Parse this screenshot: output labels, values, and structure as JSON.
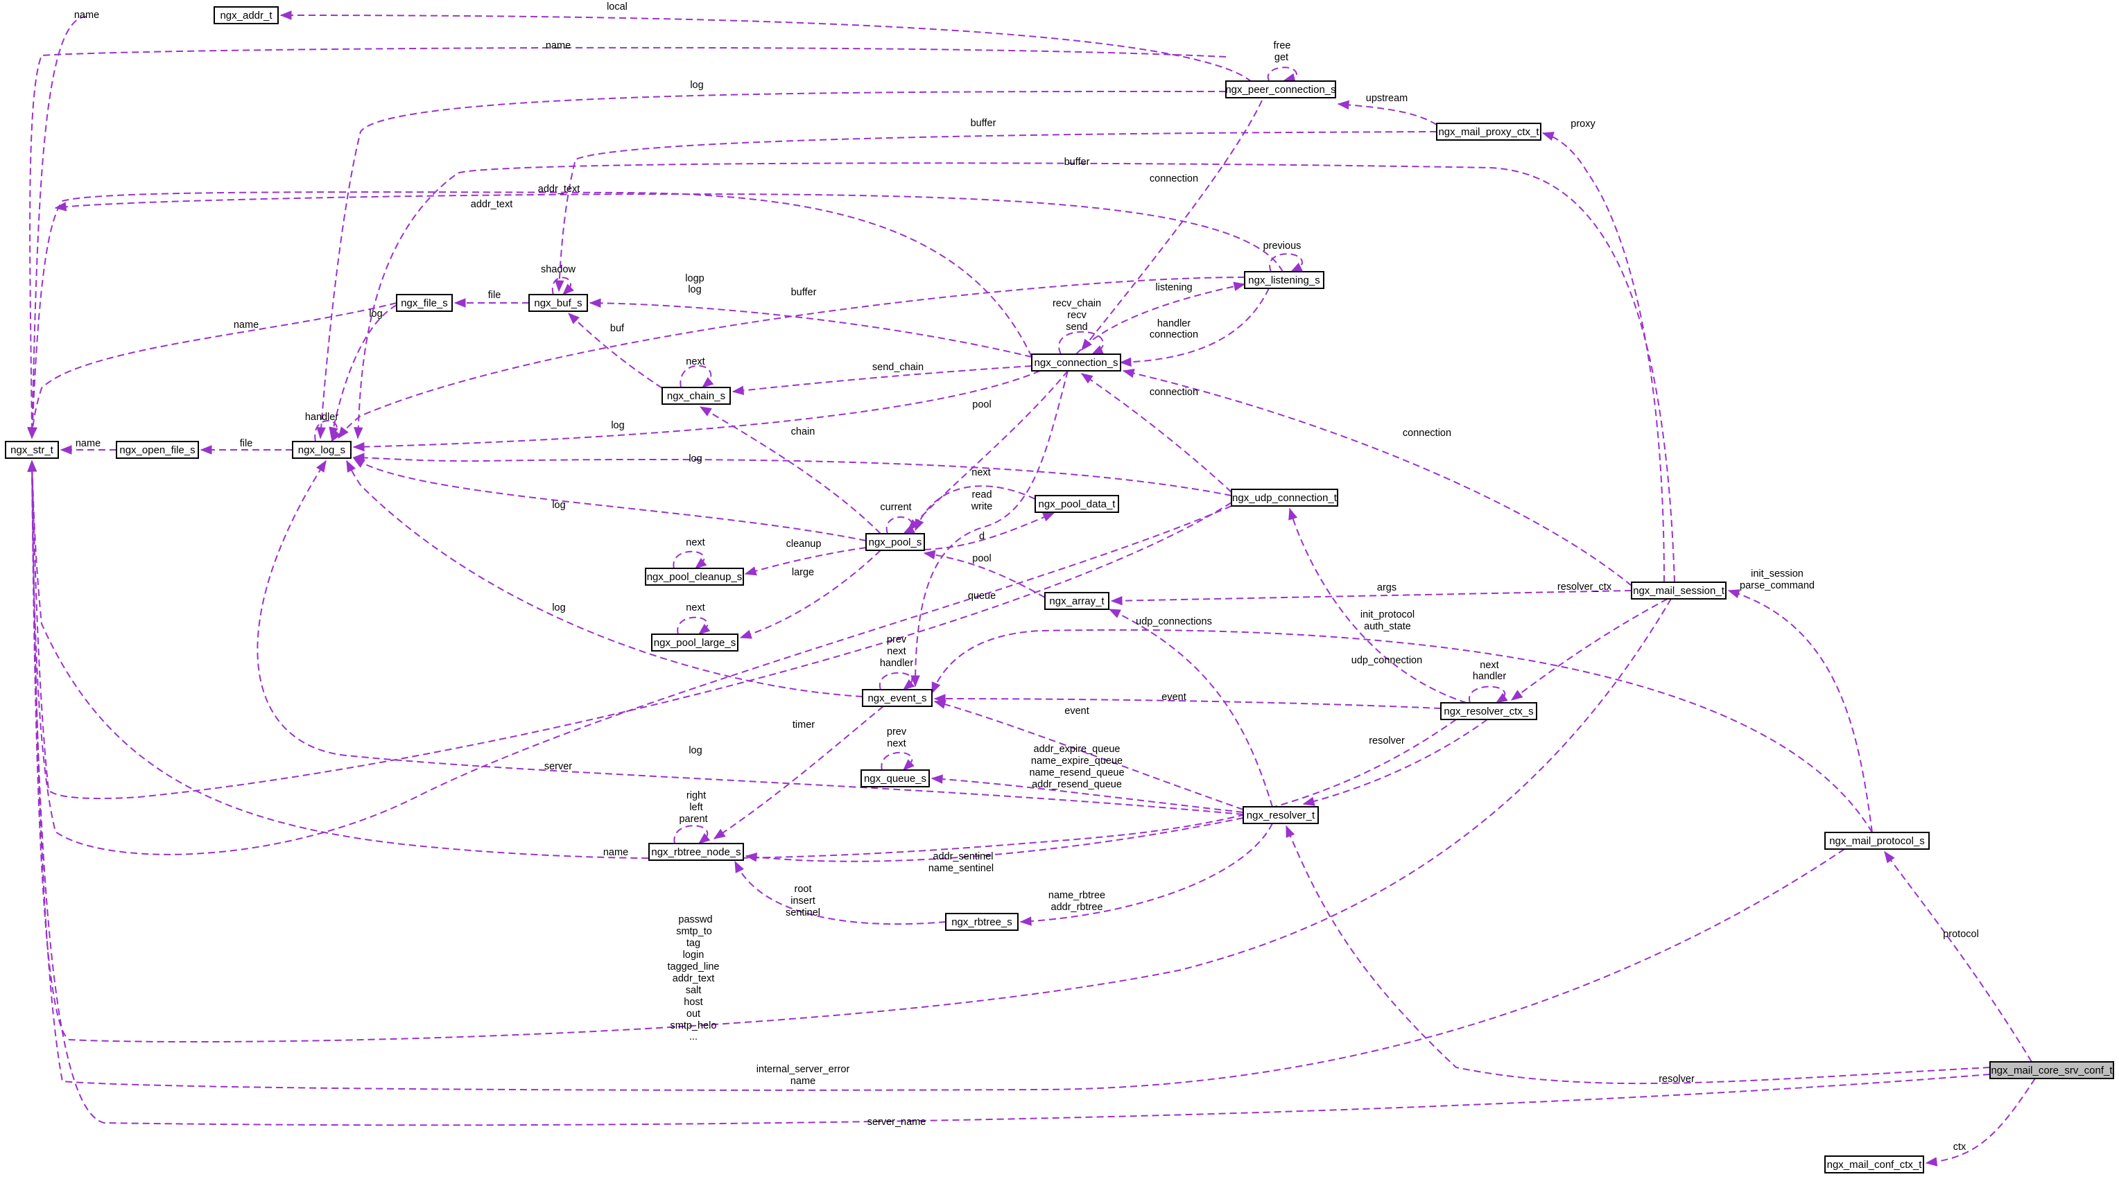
{
  "diagram": {
    "type": "collaboration-graph",
    "colors": {
      "edge": "#9a32cd",
      "node_border": "#000000",
      "focus_fill": "#bfbfbf",
      "background": "#ffffff"
    },
    "nodes": [
      {
        "id": "ngx_str_t",
        "label": "ngx_str_t"
      },
      {
        "id": "ngx_addr_t",
        "label": "ngx_addr_t"
      },
      {
        "id": "ngx_peer_connection_s",
        "label": "ngx_peer_connection_s"
      },
      {
        "id": "ngx_mail_proxy_ctx_t",
        "label": "ngx_mail_proxy_ctx_t"
      },
      {
        "id": "ngx_listening_s",
        "label": "ngx_listening_s"
      },
      {
        "id": "ngx_buf_s",
        "label": "ngx_buf_s"
      },
      {
        "id": "ngx_file_s",
        "label": "ngx_file_s"
      },
      {
        "id": "ngx_connection_s",
        "label": "ngx_connection_s"
      },
      {
        "id": "ngx_chain_s",
        "label": "ngx_chain_s"
      },
      {
        "id": "ngx_open_file_s",
        "label": "ngx_open_file_s"
      },
      {
        "id": "ngx_log_s",
        "label": "ngx_log_s"
      },
      {
        "id": "ngx_pool_data_t",
        "label": "ngx_pool_data_t"
      },
      {
        "id": "ngx_udp_connection_t",
        "label": "ngx_udp_connection_t"
      },
      {
        "id": "ngx_pool_s",
        "label": "ngx_pool_s"
      },
      {
        "id": "ngx_pool_cleanup_s",
        "label": "ngx_pool_cleanup_s"
      },
      {
        "id": "ngx_array_t",
        "label": "ngx_array_t"
      },
      {
        "id": "ngx_mail_session_t",
        "label": "ngx_mail_session_t"
      },
      {
        "id": "ngx_pool_large_s",
        "label": "ngx_pool_large_s"
      },
      {
        "id": "ngx_event_s",
        "label": "ngx_event_s"
      },
      {
        "id": "ngx_resolver_ctx_s",
        "label": "ngx_resolver_ctx_s"
      },
      {
        "id": "ngx_queue_s",
        "label": "ngx_queue_s"
      },
      {
        "id": "ngx_resolver_t",
        "label": "ngx_resolver_t"
      },
      {
        "id": "ngx_mail_protocol_s",
        "label": "ngx_mail_protocol_s"
      },
      {
        "id": "ngx_rbtree_node_s",
        "label": "ngx_rbtree_node_s"
      },
      {
        "id": "ngx_rbtree_s",
        "label": "ngx_rbtree_s"
      },
      {
        "id": "ngx_mail_core_srv_conf_t",
        "label": "ngx_mail_core_srv_conf_t"
      },
      {
        "id": "ngx_mail_conf_ctx_t",
        "label": "ngx_mail_conf_ctx_t"
      }
    ],
    "edge_labels": [
      {
        "id": "lbl-name-addr",
        "text": "name"
      },
      {
        "id": "lbl-local",
        "text": "local"
      },
      {
        "id": "lbl-free",
        "text": "free"
      },
      {
        "id": "lbl-get",
        "text": "get"
      },
      {
        "id": "lbl-name-peer",
        "text": "name"
      },
      {
        "id": "lbl-log-peer",
        "text": "log"
      },
      {
        "id": "lbl-upstream",
        "text": "upstream"
      },
      {
        "id": "lbl-buffer-proxy",
        "text": "buffer"
      },
      {
        "id": "lbl-proxy",
        "text": "proxy"
      },
      {
        "id": "lbl-buffer-sess",
        "text": "buffer"
      },
      {
        "id": "lbl-connection-peer",
        "text": "connection"
      },
      {
        "id": "lbl-addr-text-1",
        "text": "addr_text"
      },
      {
        "id": "lbl-addr-text-2",
        "text": "addr_text"
      },
      {
        "id": "lbl-previous",
        "text": "previous"
      },
      {
        "id": "lbl-shadow",
        "text": "shadow"
      },
      {
        "id": "lbl-file-buf",
        "text": "file"
      },
      {
        "id": "lbl-name-file",
        "text": "name"
      },
      {
        "id": "lbl-log-file",
        "text": "log"
      },
      {
        "id": "lbl-logp",
        "text": "logp"
      },
      {
        "id": "lbl-log-listen",
        "text": "log"
      },
      {
        "id": "lbl-buffer-conn",
        "text": "buffer"
      },
      {
        "id": "lbl-listening",
        "text": "listening"
      },
      {
        "id": "lbl-recv-chain",
        "text": "recv_chain"
      },
      {
        "id": "lbl-recv",
        "text": "recv"
      },
      {
        "id": "lbl-send",
        "text": "send"
      },
      {
        "id": "lbl-handler-conn",
        "text": "handler"
      },
      {
        "id": "lbl-connection-listen",
        "text": "connection"
      },
      {
        "id": "lbl-buf-chain",
        "text": "buf"
      },
      {
        "id": "lbl-next-chain",
        "text": "next"
      },
      {
        "id": "lbl-send-chain",
        "text": "send_chain"
      },
      {
        "id": "lbl-handler-log",
        "text": "handler"
      },
      {
        "id": "lbl-name-open",
        "text": "name"
      },
      {
        "id": "lbl-file-open",
        "text": "file"
      },
      {
        "id": "lbl-pool-conn",
        "text": "pool"
      },
      {
        "id": "lbl-log-conn",
        "text": "log"
      },
      {
        "id": "lbl-chain",
        "text": "chain"
      },
      {
        "id": "lbl-connection-udp",
        "text": "connection"
      },
      {
        "id": "lbl-connection-sess",
        "text": "connection"
      },
      {
        "id": "lbl-log-udp",
        "text": "log"
      },
      {
        "id": "lbl-next-pool",
        "text": "next"
      },
      {
        "id": "lbl-current",
        "text": "current"
      },
      {
        "id": "lbl-read",
        "text": "read"
      },
      {
        "id": "lbl-write",
        "text": "write"
      },
      {
        "id": "lbl-log-pool",
        "text": "log"
      },
      {
        "id": "lbl-d",
        "text": "d"
      },
      {
        "id": "lbl-next-cleanup",
        "text": "next"
      },
      {
        "id": "lbl-cleanup",
        "text": "cleanup"
      },
      {
        "id": "lbl-pool-array",
        "text": "pool"
      },
      {
        "id": "lbl-large",
        "text": "large"
      },
      {
        "id": "lbl-queue",
        "text": "queue"
      },
      {
        "id": "lbl-next-large",
        "text": "next"
      },
      {
        "id": "lbl-log-event",
        "text": "log"
      },
      {
        "id": "lbl-args",
        "text": "args"
      },
      {
        "id": "lbl-init-session",
        "text": "init_session"
      },
      {
        "id": "lbl-parse-command",
        "text": "parse_command"
      },
      {
        "id": "lbl-udp-connections",
        "text": "udp_connections"
      },
      {
        "id": "lbl-init-protocol",
        "text": "init_protocol"
      },
      {
        "id": "lbl-auth-state",
        "text": "auth_state"
      },
      {
        "id": "lbl-resolver-ctx",
        "text": "resolver_ctx"
      },
      {
        "id": "lbl-prev-event",
        "text": "prev"
      },
      {
        "id": "lbl-next-event",
        "text": "next"
      },
      {
        "id": "lbl-handler-event",
        "text": "handler"
      },
      {
        "id": "lbl-udp-connection",
        "text": "udp_connection"
      },
      {
        "id": "lbl-next-rctx",
        "text": "next"
      },
      {
        "id": "lbl-handler-rctx",
        "text": "handler"
      },
      {
        "id": "lbl-event-rctx",
        "text": "event"
      },
      {
        "id": "lbl-timer",
        "text": "timer"
      },
      {
        "id": "lbl-event-resolver",
        "text": "event"
      },
      {
        "id": "lbl-prev-queue",
        "text": "prev"
      },
      {
        "id": "lbl-next-queue",
        "text": "next"
      },
      {
        "id": "lbl-resolver-rctx",
        "text": "resolver"
      },
      {
        "id": "lbl-log-resolver",
        "text": "log"
      },
      {
        "id": "lbl-addr-expire-queue",
        "text": "addr_expire_queue"
      },
      {
        "id": "lbl-name-expire-queue",
        "text": "name_expire_queue"
      },
      {
        "id": "lbl-name-resend-queue",
        "text": "name_resend_queue"
      },
      {
        "id": "lbl-addr-resend-queue",
        "text": "addr_resend_queue"
      },
      {
        "id": "lbl-server",
        "text": "server"
      },
      {
        "id": "lbl-right",
        "text": "right"
      },
      {
        "id": "lbl-left",
        "text": "left"
      },
      {
        "id": "lbl-parent",
        "text": "parent"
      },
      {
        "id": "lbl-name-rctx",
        "text": "name"
      },
      {
        "id": "lbl-addr-sentinel",
        "text": "addr_sentinel"
      },
      {
        "id": "lbl-name-sentinel",
        "text": "name_sentinel"
      },
      {
        "id": "lbl-root",
        "text": "root"
      },
      {
        "id": "lbl-insert",
        "text": "insert"
      },
      {
        "id": "lbl-sentinel",
        "text": "sentinel"
      },
      {
        "id": "lbl-name-rbtree",
        "text": "name_rbtree"
      },
      {
        "id": "lbl-addr-rbtree",
        "text": "addr_rbtree"
      },
      {
        "id": "lbl-passwd",
        "text": "passwd"
      },
      {
        "id": "lbl-smtp-to",
        "text": "smtp_to"
      },
      {
        "id": "lbl-tag",
        "text": "tag"
      },
      {
        "id": "lbl-login",
        "text": "login"
      },
      {
        "id": "lbl-tagged-line",
        "text": "tagged_line"
      },
      {
        "id": "lbl-addr-text-sess",
        "text": "addr_text"
      },
      {
        "id": "lbl-salt",
        "text": "salt"
      },
      {
        "id": "lbl-host",
        "text": "host"
      },
      {
        "id": "lbl-out",
        "text": "out"
      },
      {
        "id": "lbl-smtp-helo",
        "text": "smtp_helo"
      },
      {
        "id": "lbl-ellipsis",
        "text": "..."
      },
      {
        "id": "lbl-protocol",
        "text": "protocol"
      },
      {
        "id": "lbl-internal-server-error",
        "text": "internal_server_error"
      },
      {
        "id": "lbl-name-proto",
        "text": "name"
      },
      {
        "id": "lbl-resolver-conf",
        "text": "resolver"
      },
      {
        "id": "lbl-server-name",
        "text": "server_name"
      },
      {
        "id": "lbl-ctx",
        "text": "ctx"
      }
    ]
  }
}
